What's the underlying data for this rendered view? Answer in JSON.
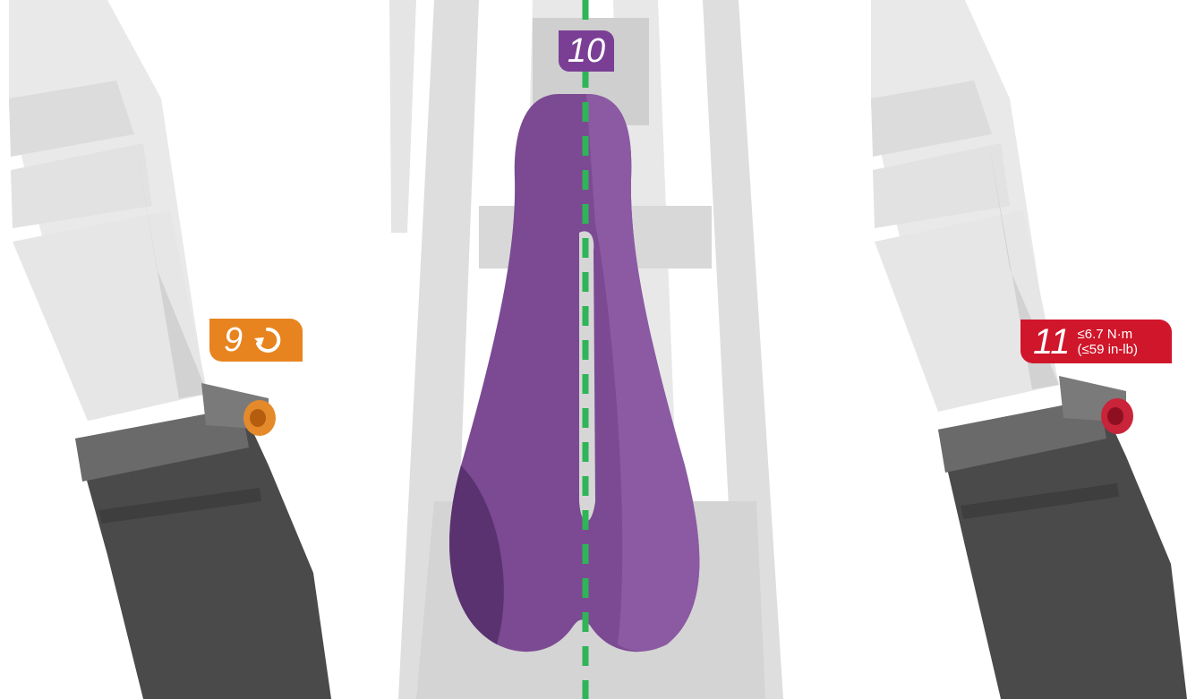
{
  "steps": {
    "step9": {
      "number": "9",
      "icon": "rotate-loosen-icon",
      "color": "#e8841f"
    },
    "step10": {
      "number": "10",
      "color": "#7a3f95"
    },
    "step11": {
      "number": "11",
      "torque_nm": "≤6.7 N·m",
      "torque_inlb": "(≤59 in-lb)",
      "color": "#d0162a"
    }
  },
  "colors": {
    "saddle": "#7b4a93",
    "centerline": "#2fb457",
    "frame_gray": "#d7d7d7",
    "frame_dark": "#474747",
    "bolt_orange": "#e58a2a",
    "bolt_red": "#c9243a"
  }
}
